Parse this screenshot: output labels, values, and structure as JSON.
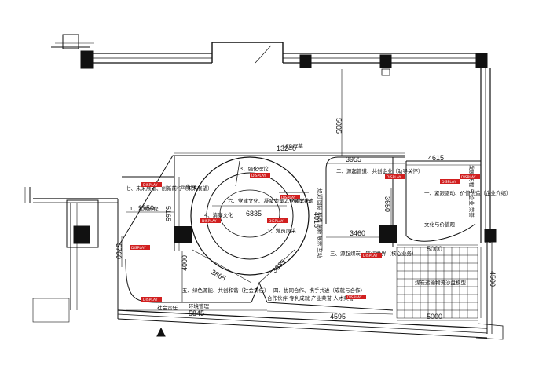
{
  "dimensions": {
    "d5005": "5005",
    "d13240": "13240",
    "d3955": "3955",
    "d4615": "4615",
    "d2950": "2950",
    "d5165": "5165",
    "d6835": "6835",
    "d4015": "4015",
    "d3650": "3650",
    "d3460": "3460",
    "d5760": "5760",
    "d4000": "4000",
    "d3865": "3865",
    "d3635": "3635",
    "d5845": "5845",
    "d4595": "4595",
    "d5000_top": "5000",
    "d5000_bottom": "5000",
    "d4500": "4500"
  },
  "labels": {
    "led_screen": "LED屏幕",
    "zone_one": "一、紧跟驱动、价值创造（企业介绍）",
    "zone_two": "二、源起管道、共创企业（助导关怀）",
    "zone_three": "三、源起煤炭、链接世界（核心业务）",
    "zone_four": "四、协同合作、携手共进（成就与合作）",
    "zone_five": "五、绿色源能、共创和谐（社会责任）",
    "zone_six": "六、党建文化、凝聚力量（党建文化）",
    "zone_seven": "七、未来展望、创新前行（未来展望）",
    "equipment_room": "设备间",
    "inner_1": "3、强化理论",
    "inner_2": "4、清廉文化",
    "inner_3": "2、党群活动",
    "inner_4": "1、党员风采",
    "history": "1、发展历程",
    "coal_model": "煤炭运输物流沙盘模型",
    "culture_text": "文化与价值观",
    "cooperation": "合作伙伴 专利成就 产业荣誉 人才荣誉",
    "env": "环境管理",
    "society": "社会责任",
    "vertical_left": "规划 国际 科技 创新 展示 互动",
    "vertical_right": "发展 历程 与 企业 荣誉"
  },
  "tags": [
    "DISPLAY"
  ]
}
